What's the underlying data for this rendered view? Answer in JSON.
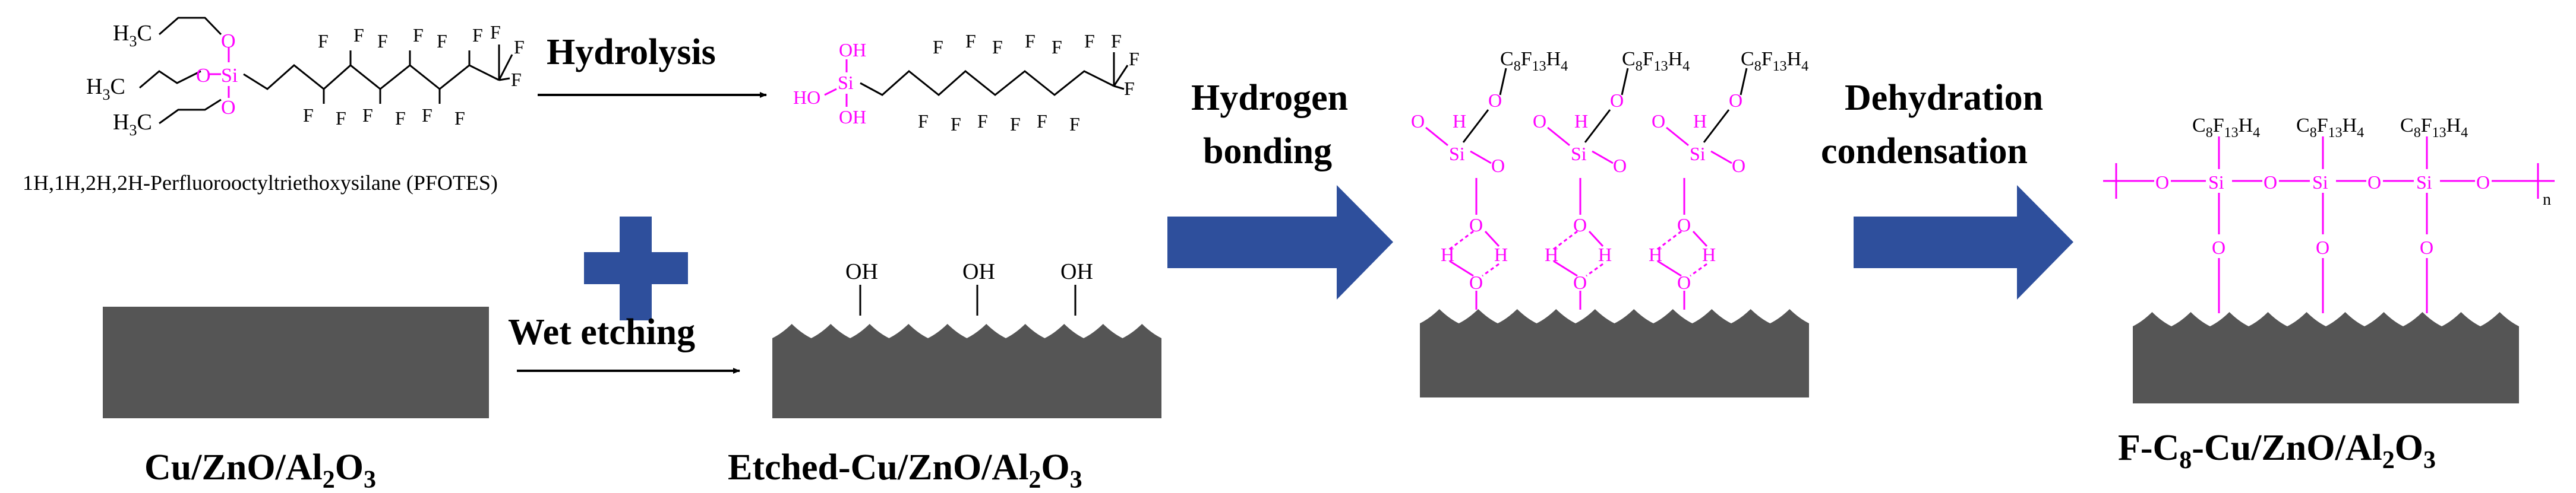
{
  "colors": {
    "accent_arrow": "#2e4f9c",
    "substrate": "#555555",
    "silane_highlight": "#ff00ff",
    "text": "#000000"
  },
  "labels": {
    "hydrolysis": "Hydrolysis",
    "wet_etching": "Wet etching",
    "hydrogen": "Hydrogen",
    "bonding": "bonding",
    "dehydration": "Dehydration",
    "condensation": "condensation",
    "pfotes_name": "1H,1H,2H,2H-Perfluorooctyltriethoxysilane (PFOTES)",
    "substrate_cu": [
      "Cu/ZnO/Al",
      "2",
      "O",
      "3"
    ],
    "substrate_etched": [
      "Etched-Cu/ZnO/Al",
      "2",
      "O",
      "3"
    ],
    "substrate_final": [
      "F-C",
      "8",
      "-Cu/ZnO/Al",
      "2",
      "O",
      "3"
    ]
  },
  "chem": {
    "h3c": [
      "H",
      "3",
      "C"
    ],
    "f": "F",
    "o": "O",
    "si": "Si",
    "oh": "OH",
    "ho": "HO",
    "h": "H",
    "n": "n",
    "c8f13h4": [
      "C",
      "8",
      "F",
      "13",
      "H",
      "4"
    ]
  }
}
